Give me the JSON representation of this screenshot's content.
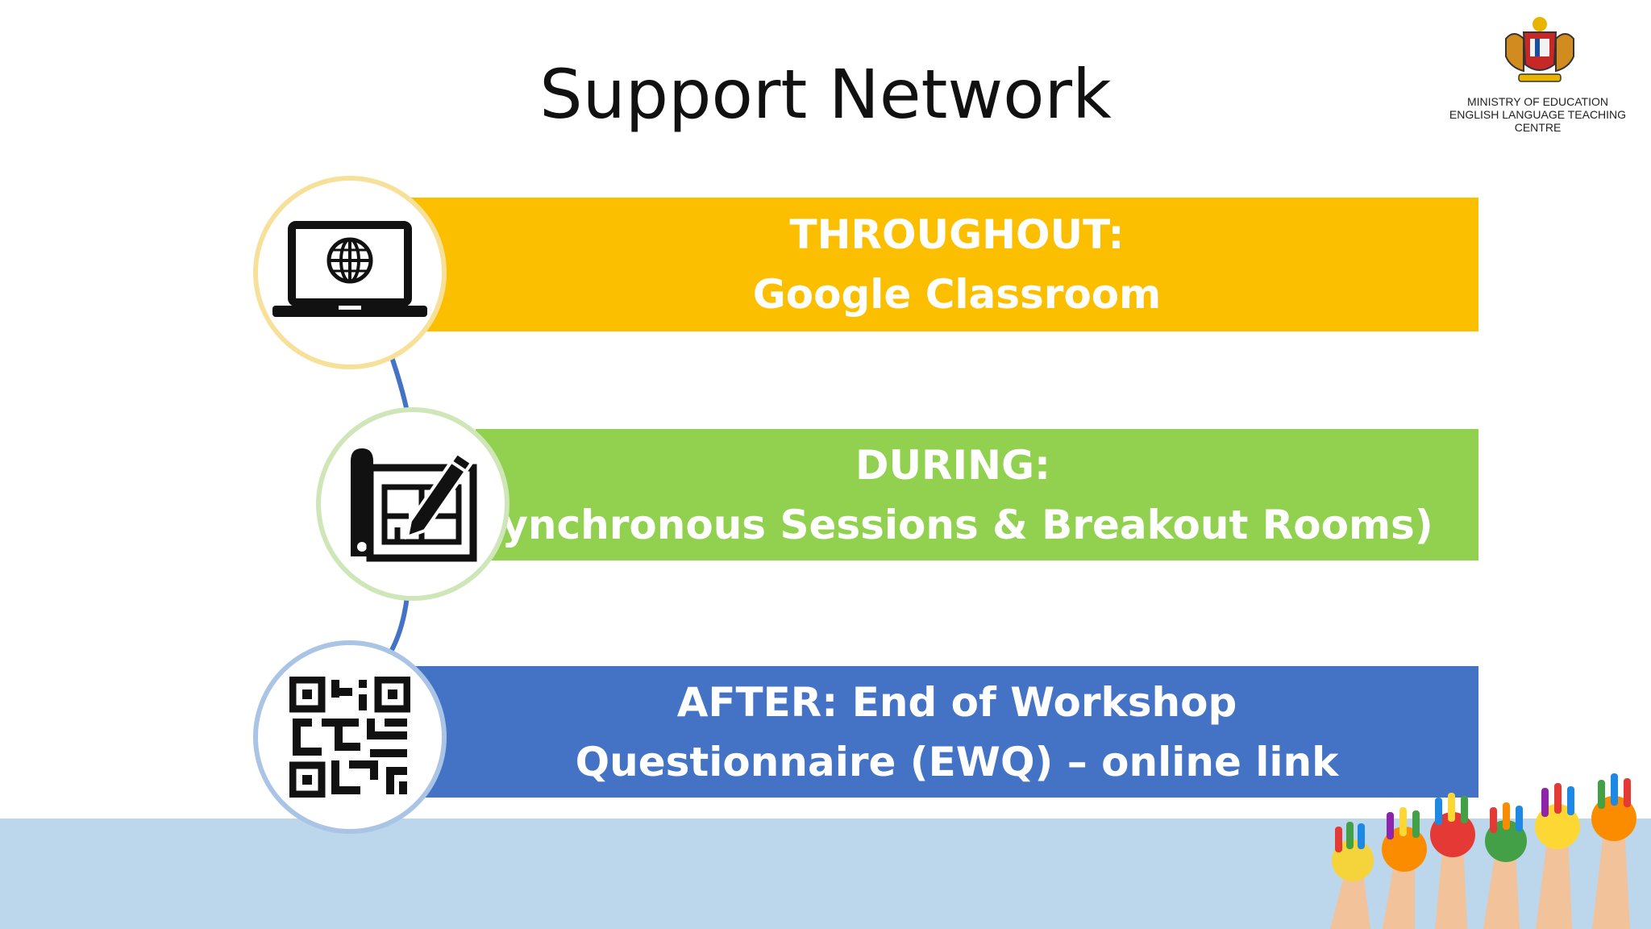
{
  "title": "Support Network",
  "logo": {
    "line1": "MINISTRY OF EDUCATION",
    "line2": "ENGLISH LANGUAGE TEACHING CENTRE"
  },
  "items": [
    {
      "line1": "THROUGHOUT:",
      "line2": "Google Classroom",
      "color": "#fcbf00",
      "icon": "laptop-globe-icon"
    },
    {
      "line1": "DURING:",
      "line2": "Synchronous Sessions & Breakout Rooms)",
      "color": "#92d050",
      "icon": "blueprint-pencil-icon"
    },
    {
      "line1": "AFTER: End of Workshop",
      "line2": "Questionnaire (EWQ) – online link",
      "color": "#4472c4",
      "icon": "qr-code-icon"
    }
  ]
}
